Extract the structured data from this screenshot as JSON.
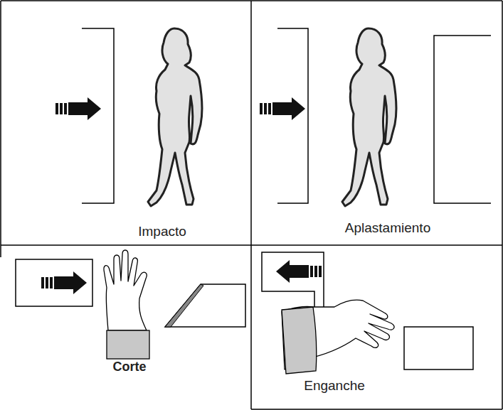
{
  "diagram": {
    "labels": [
      "Impacto",
      "Aplastamiento",
      "Corte",
      "Enganche"
    ]
  }
}
